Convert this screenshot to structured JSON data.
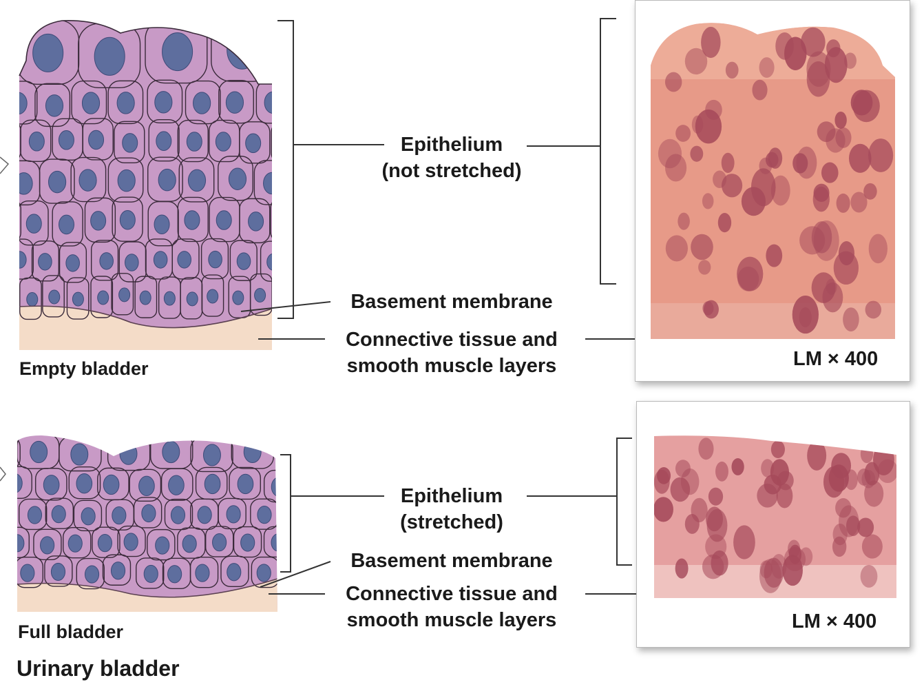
{
  "figure": {
    "title": "Urinary bladder",
    "empty": {
      "caption": "Empty bladder",
      "epithelium_label": [
        "Epithelium",
        "(not stretched)"
      ],
      "basement_label": "Basement membrane",
      "connective_label": [
        "Connective tissue and",
        "smooth muscle layers"
      ],
      "magnification": "LM × 400"
    },
    "full": {
      "caption": "Full bladder",
      "epithelium_label": [
        "Epithelium",
        "(stretched)"
      ],
      "basement_label": "Basement membrane",
      "connective_label": [
        "Connective tissue and",
        "smooth muscle layers"
      ],
      "magnification": "LM × 400"
    }
  },
  "colors": {
    "cell_fill": "#c89ac6",
    "cell_outline": "#3a2a3a",
    "nucleus": "#5e6e9e",
    "connective": "#f4dcc8",
    "micrograph_empty": "#e79a88",
    "micrograph_full": "#e5a0a0",
    "micrograph_nucleus": "#a5495a"
  }
}
